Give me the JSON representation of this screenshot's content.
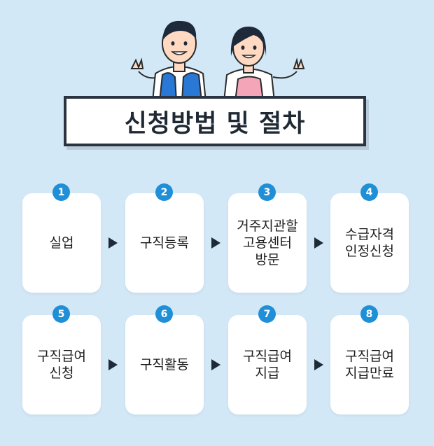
{
  "title": "신청방법 및 절차",
  "steps": [
    {
      "number": "1",
      "label": "실업"
    },
    {
      "number": "2",
      "label": "구직등록"
    },
    {
      "number": "3",
      "label": "거주지관할\n고용센터\n방문"
    },
    {
      "number": "4",
      "label": "수급자격\n인정신청"
    },
    {
      "number": "5",
      "label": "구직급여\n신청"
    },
    {
      "number": "6",
      "label": "구직활동"
    },
    {
      "number": "7",
      "label": "구직급여\n지급"
    },
    {
      "number": "8",
      "label": "구직급여\n지급만료"
    }
  ],
  "colors": {
    "background": "#d3e8f7",
    "badge": "#1f8fd8",
    "arrow": "#1f2a38",
    "card": "#ffffff"
  }
}
